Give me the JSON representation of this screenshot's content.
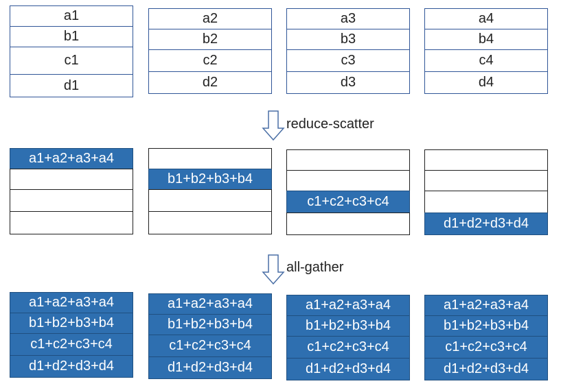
{
  "colors": {
    "filled": "#2e6fb0",
    "border": "#1f1f1f",
    "top_border": "#2f5597",
    "arrow": "#4a6fa5"
  },
  "top_row": [
    [
      "a1",
      "b1",
      "c1",
      "d1"
    ],
    [
      "a2",
      "b2",
      "c2",
      "d2"
    ],
    [
      "a3",
      "b3",
      "c3",
      "d3"
    ],
    [
      "a4",
      "b4",
      "c4",
      "d4"
    ]
  ],
  "arrows": {
    "reduce_scatter": "reduce-scatter",
    "all_gather": "all-gather"
  },
  "middle_row": [
    [
      "a1+a2+a3+a4",
      "",
      "",
      ""
    ],
    [
      "",
      "b1+b2+b3+b4",
      "",
      ""
    ],
    [
      "",
      "",
      "c1+c2+c3+c4",
      ""
    ],
    [
      "",
      "",
      "",
      "d1+d2+d3+d4"
    ]
  ],
  "bottom_row": [
    [
      "a1+a2+a3+a4",
      "b1+b2+b3+b4",
      "c1+c2+c3+c4",
      "d1+d2+d3+d4"
    ],
    [
      "a1+a2+a3+a4",
      "b1+b2+b3+b4",
      "c1+c2+c3+c4",
      "d1+d2+d3+d4"
    ],
    [
      "a1+a2+a3+a4",
      "b1+b2+b3+b4",
      "c1+c2+c3+c4",
      "d1+d2+d3+d4"
    ],
    [
      "a1+a2+a3+a4",
      "b1+b2+b3+b4",
      "c1+c2+c3+c4",
      "d1+d2+d3+d4"
    ]
  ]
}
